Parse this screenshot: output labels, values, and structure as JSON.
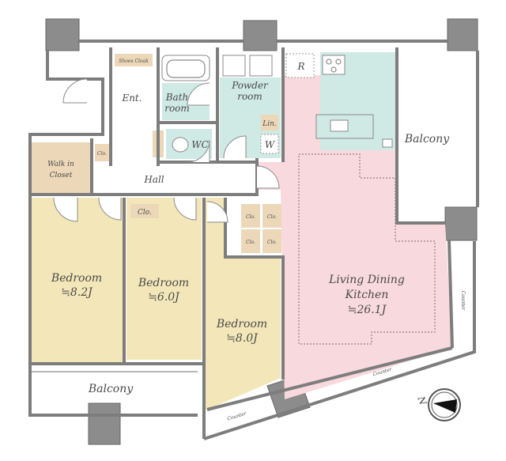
{
  "plan": {
    "rooms": {
      "shoes_cloak": "Shoes Cloak",
      "entrance": "Ent.",
      "bathroom": [
        "Bath",
        "room"
      ],
      "powder_room": [
        "Powder",
        "room"
      ],
      "refrigerator": "R",
      "linen": "Lin.",
      "washer": "W",
      "wc": "WC",
      "balcony_east": "Balcony",
      "walk_in_closet": [
        "Walk in",
        "Closet"
      ],
      "hall": "Hall",
      "closet_small": "Clo.",
      "bedroom1": {
        "name": "Bedroom",
        "size": "≒8.2J"
      },
      "bedroom2": {
        "name": "Bedroom",
        "size": "≒6.0J"
      },
      "bedroom3": {
        "name": "Bedroom",
        "size": "≒8.0J"
      },
      "ldk": {
        "name": [
          "Living Dining",
          "Kitchen"
        ],
        "size": "≒26.1J"
      },
      "balcony_south": "Balcony",
      "counter": "Counter"
    },
    "compass": "N",
    "colors": {
      "bedroom": "#f3e7b9",
      "ldk": "#f8d9dd",
      "wet": "#cfe9e4",
      "closet": "#ecd8b8",
      "wall": "#7d7d7d",
      "pillar": "#8c8c8c"
    }
  }
}
